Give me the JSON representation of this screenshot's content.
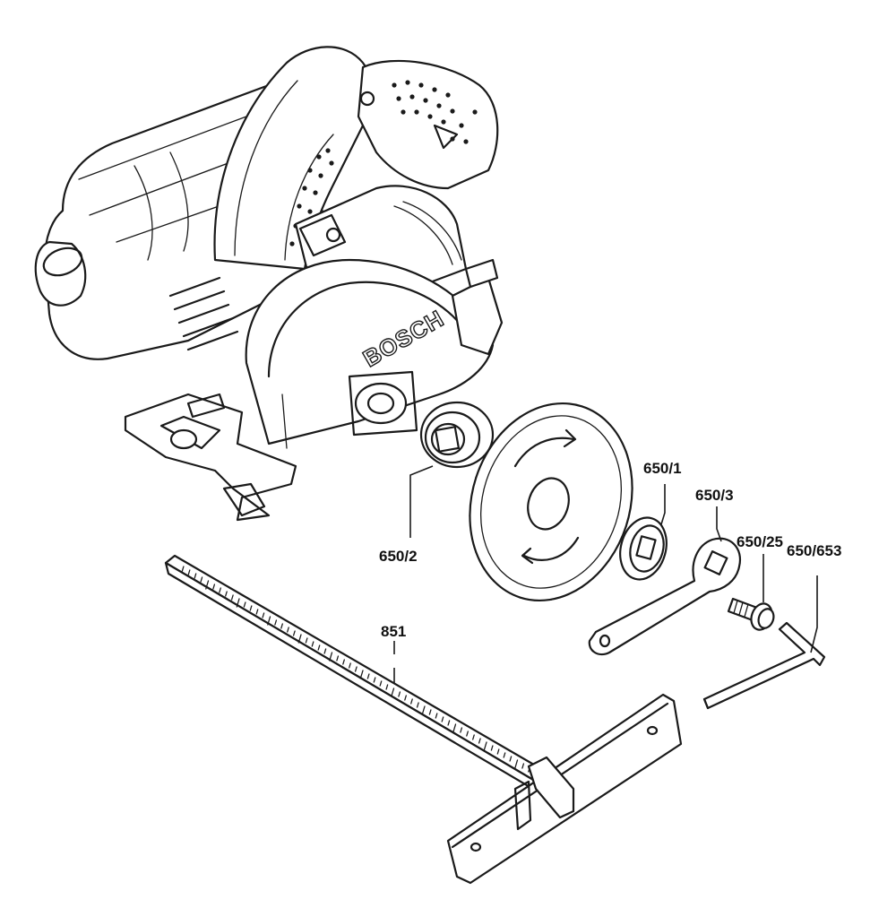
{
  "brand": "BOSCH",
  "parts": [
    {
      "id": "p650_2",
      "label": "650/2",
      "name": "inner flange"
    },
    {
      "id": "p650_1",
      "label": "650/1",
      "name": "outer flange"
    },
    {
      "id": "p650_3",
      "label": "650/3",
      "name": "spanner"
    },
    {
      "id": "p650_25",
      "label": "650/25",
      "name": "clamping screw"
    },
    {
      "id": "p650_653",
      "label": "650/653",
      "name": "hex key"
    },
    {
      "id": "p851",
      "label": "851",
      "name": "parallel guide"
    }
  ]
}
